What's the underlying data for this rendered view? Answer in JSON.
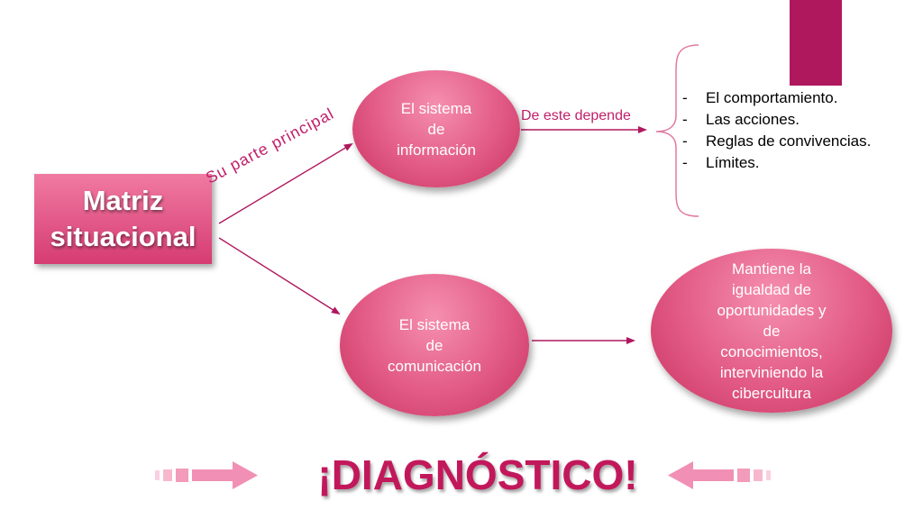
{
  "diagram": {
    "root": {
      "label": "Matriz situacional"
    },
    "edges": {
      "main_label": "Su parte principal",
      "depends_label": "De este depende"
    },
    "nodes": {
      "info": "El sistema\nde\ninformación",
      "comm": "El sistema\nde\ncomunicación",
      "outcome": "Mantiene la\nigualdad de\noportunidades y\nde\nconocimientos,\ninterviniendo la\ncibercultura"
    },
    "depends_list": [
      "El comportamiento.",
      "Las acciones.",
      "Reglas de convivencias.",
      "Límites."
    ],
    "bullet_marker": "-"
  },
  "footer": {
    "title": "¡DIAGNÓSTICO!"
  },
  "colors": {
    "accent": "#b0185e",
    "node_pink": "#e25a86",
    "line": "#b0185e",
    "title": "#c2185b"
  },
  "icons": [
    "arrow-right-icon",
    "arrow-left-icon"
  ]
}
